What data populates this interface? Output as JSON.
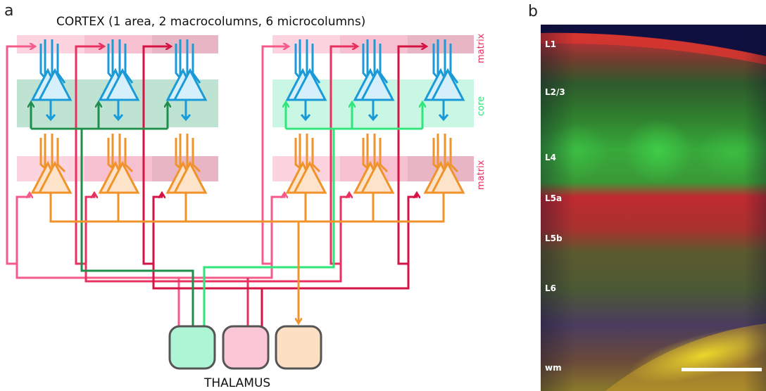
{
  "panel_a": {
    "letter": "a",
    "title": "CORTEX (1 area, 2 macrocolumns, 6 microcolumns)",
    "bottom_label": "THALAMUS",
    "side_labels": {
      "matrix_top": "matrix",
      "core": "core",
      "matrix_bottom": "matrix"
    }
  },
  "panel_b": {
    "letter": "b",
    "layers": [
      "L1",
      "L2/3",
      "L4",
      "L5a",
      "L5b",
      "L6",
      "wm"
    ]
  },
  "colors": {
    "blue_neuron": "#1a9bd7",
    "orange_neuron": "#f0932b",
    "matrix_pink": "#f45b88",
    "matrix_mid": "#e8315f",
    "matrix_red": "#d51444",
    "core_dark": "#1e8f4a",
    "core_light": "#2ee67a",
    "thalamus_core": "#aef5d6",
    "thalamus_matrix": "#fbc6d6",
    "thalamus_orange": "#fde0c4"
  }
}
